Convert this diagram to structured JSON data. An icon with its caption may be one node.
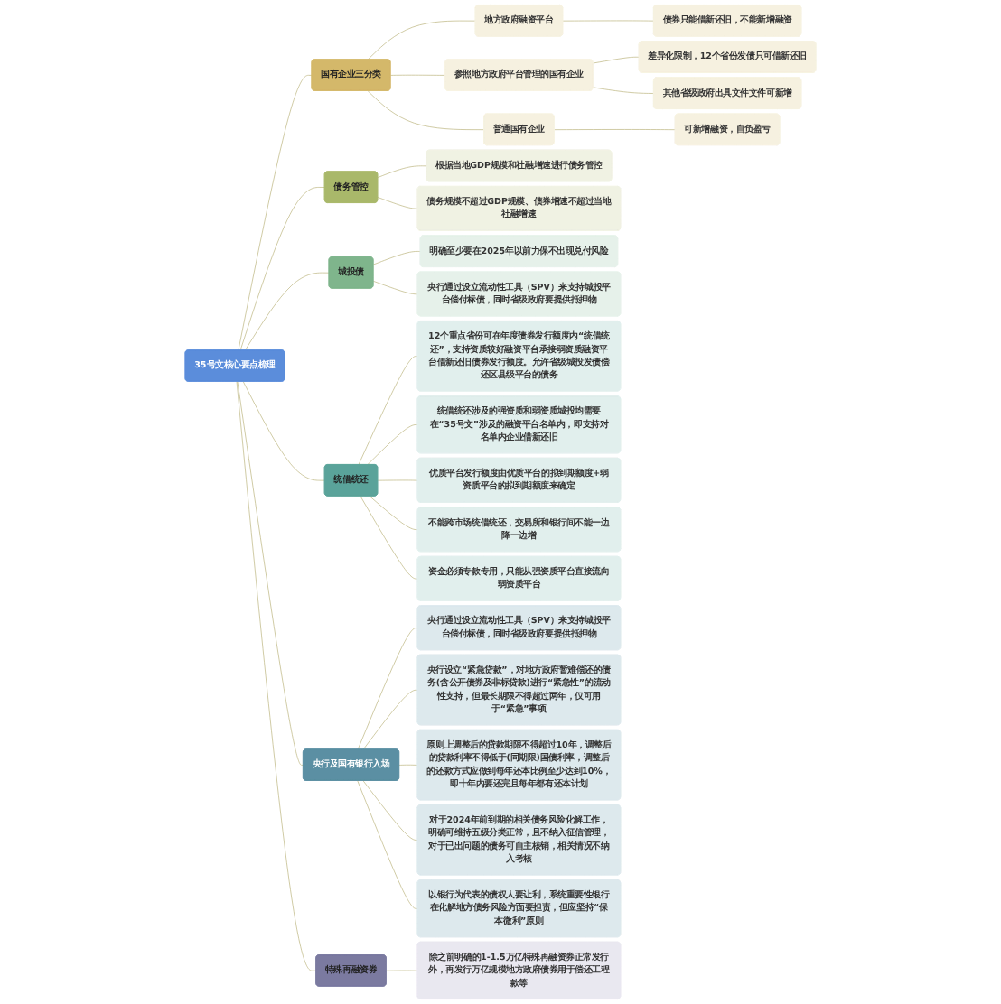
{
  "diagram": {
    "nodes": [
      {
        "text": [
          "35号文核心要点梳理"
        ]
      },
      {
        "text": [
          "国有企业三分类"
        ]
      },
      {
        "text": [
          "地方政府融资平台"
        ]
      },
      {
        "text": [
          "债券只能借新还旧，不能新增融资"
        ]
      },
      {
        "text": [
          "参照地方政府平台管理的国有企业"
        ]
      },
      {
        "text": [
          "差异化限制，12个省份发债只可借新还旧"
        ]
      },
      {
        "text": [
          "其他省级政府出具文件文件可新增"
        ]
      },
      {
        "text": [
          "普通国有企业"
        ]
      },
      {
        "text": [
          "可新增融资，自负盈亏"
        ]
      },
      {
        "text": [
          "债务管控"
        ]
      },
      {
        "text": [
          "根据当地GDP规模和社融增速进行债务管控"
        ]
      },
      {
        "text": [
          "债务规模不超过GDP规模、债券增速不超过当地社融增速"
        ]
      },
      {
        "text": [
          "城投债"
        ]
      },
      {
        "text": [
          "明确至少要在2025年以前力保不出现兑付风险"
        ]
      },
      {
        "text": [
          "央行通过设立流动性工具（SPV）来支持城投平台偿付标债，同时省级政府要提供抵押物"
        ]
      },
      {
        "text": [
          "统借统还"
        ]
      },
      {
        "text": [
          "12个重点省份可在年度债券发行额度内“统借统还”，支持资质较好融资平台承接弱资质融资平台借新还旧债券发行额度。允许省级城投发债偿还区县级平台的债务"
        ]
      },
      {
        "text": [
          "统借统还涉及的强资质和弱资质城投均需要在“35号文”涉及的融资平台名单内，即支持对名单内企业借新还旧"
        ]
      },
      {
        "text": [
          "优质平台发行额度由优质平台的拟到期额度+弱资质平台的拟到期额度来确定"
        ]
      },
      {
        "text": [
          "不能跨市场统借统还，交易所和银行间不能一边降一边增"
        ]
      },
      {
        "text": [
          "资金必须专款专用，只能从强资质平台直接流向弱资质平台"
        ]
      },
      {
        "text": [
          "央行及国有银行入场"
        ]
      },
      {
        "text": [
          "央行通过设立流动性工具（SPV）来支持城投平台偿付标债，同时省级政府要提供抵押物"
        ]
      },
      {
        "text": [
          "央行设立“紧急贷款”，对地方政府暂难偿还的债务(含公开债券及非标贷款)进行“紧急性”的流动性支持，但最长期限不得超过两年，仅可用于“紧急”事项"
        ]
      },
      {
        "text": [
          "原则上调整后的贷款期限不得超过10年，调整后的贷款利率不得低于(同期限)国债利率，调整后的还款方式应做到每年还本比例至少达到10%，即十年内要还完且每年都有还本计划"
        ]
      },
      {
        "text": [
          "对于2024年前到期的相关债务风险化解工作，明确可维持五级分类正常，且不纳入征信管理，对于已出问题的债务可自主核销，相关情况不纳入考核"
        ]
      },
      {
        "text": [
          "以银行为代表的债权人要让利，系统重要性银行在化解地方债务风险方面要担责，但应坚持“保本微利”原则"
        ]
      },
      {
        "text": [
          "特殊再融资券"
        ]
      },
      {
        "text": [
          "除之前明确的1-1.5万亿特殊再融资券正常发行外，再发行万亿规模地方政府债券用于偿还工程款等"
        ]
      }
    ],
    "edges": [
      {
        "from": 0,
        "to": 1,
        "arrow": "none"
      },
      {
        "from": 1,
        "to": 2,
        "arrow": "none"
      },
      {
        "from": 2,
        "to": 3,
        "arrow": "none"
      },
      {
        "from": 1,
        "to": 4,
        "arrow": "none"
      },
      {
        "from": 4,
        "to": 5,
        "arrow": "none"
      },
      {
        "from": 4,
        "to": 6,
        "arrow": "none"
      },
      {
        "from": 1,
        "to": 7,
        "arrow": "none"
      },
      {
        "from": 7,
        "to": 8,
        "arrow": "none"
      },
      {
        "from": 0,
        "to": 9,
        "arrow": "none"
      },
      {
        "from": 9,
        "to": 10,
        "arrow": "none"
      },
      {
        "from": 9,
        "to": 11,
        "arrow": "none"
      },
      {
        "from": 0,
        "to": 12,
        "arrow": "none"
      },
      {
        "from": 12,
        "to": 13,
        "arrow": "none"
      },
      {
        "from": 12,
        "to": 14,
        "arrow": "none"
      },
      {
        "from": 0,
        "to": 15,
        "arrow": "none"
      },
      {
        "from": 15,
        "to": 16,
        "arrow": "none"
      },
      {
        "from": 15,
        "to": 17,
        "arrow": "none"
      },
      {
        "from": 15,
        "to": 18,
        "arrow": "none"
      },
      {
        "from": 15,
        "to": 19,
        "arrow": "none"
      },
      {
        "from": 15,
        "to": 20,
        "arrow": "none"
      },
      {
        "from": 0,
        "to": 21,
        "arrow": "none"
      },
      {
        "from": 21,
        "to": 22,
        "arrow": "none"
      },
      {
        "from": 21,
        "to": 23,
        "arrow": "none"
      },
      {
        "from": 21,
        "to": 24,
        "arrow": "none"
      },
      {
        "from": 21,
        "to": 25,
        "arrow": "none"
      },
      {
        "from": 21,
        "to": 26,
        "arrow": "none"
      },
      {
        "from": 0,
        "to": 27,
        "arrow": "none"
      },
      {
        "from": 27,
        "to": 28,
        "arrow": "none"
      }
    ]
  }
}
